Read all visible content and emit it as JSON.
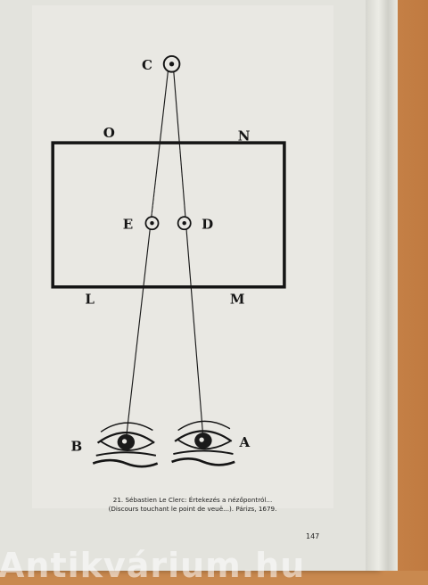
{
  "figure": {
    "labels": {
      "C": "C",
      "O": "O",
      "N": "N",
      "E": "E",
      "D": "D",
      "L": "L",
      "M": "M",
      "B": "B",
      "A": "A"
    }
  },
  "caption": {
    "line1": "21. Sébastien Le Clerc: Értekezés a nézőpontról...",
    "line2": "(Discours touchant le point de veuë...). Párizs, 1679."
  },
  "page_number": "147",
  "watermark": "Antikvárium.hu"
}
